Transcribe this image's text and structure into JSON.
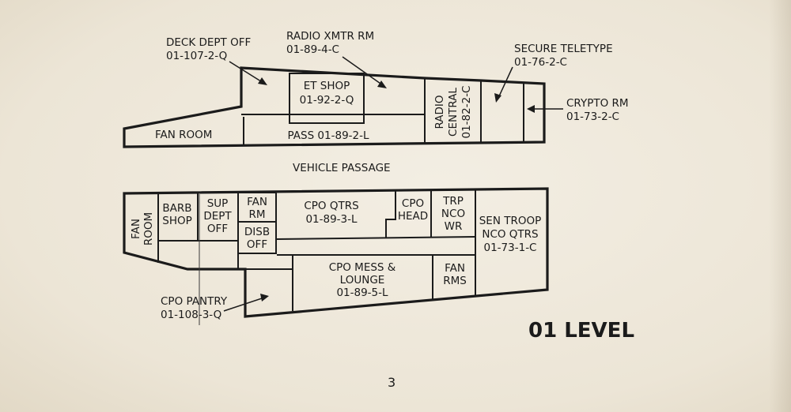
{
  "level_title": "01 LEVEL",
  "page_number": "3",
  "passage": "VEHICLE PASSAGE",
  "callouts": {
    "deck_dept": {
      "name": "DECK DEPT OFF",
      "code": "01-107-2-Q"
    },
    "radio_xmtr": {
      "name": "RADIO XMTR RM",
      "code": "01-89-4-C"
    },
    "secure_teletype": {
      "name": "SECURE TELETYPE",
      "code": "01-76-2-C"
    },
    "crypto": {
      "name": "CRYPTO RM",
      "code": "01-73-2-C"
    },
    "cpo_pantry": {
      "name": "CPO PANTRY",
      "code": "01-108-3-Q"
    }
  },
  "upper_rooms": {
    "fan_room": "FAN ROOM",
    "et_shop": [
      "ET SHOP",
      "01-92-2-Q"
    ],
    "pass": "PASS 01-89-2-L",
    "radio_central": [
      "RADIO",
      "CENTRAL",
      "01-82-2-C"
    ]
  },
  "lower_rooms": {
    "fan_room": [
      "FAN",
      "ROOM"
    ],
    "barb_shop": [
      "BARB",
      "SHOP"
    ],
    "sup_dept_off": [
      "SUP",
      "DEPT",
      "OFF"
    ],
    "fan_rm": [
      "FAN",
      "RM"
    ],
    "disb_off": [
      "DISB",
      "OFF"
    ],
    "cpo_qtrs": [
      "CPO QTRS",
      "01-89-3-L"
    ],
    "cpo_head": [
      "CPO",
      "HEAD"
    ],
    "trp_nco_wr": [
      "TRP",
      "NCO",
      "WR"
    ],
    "sen_troop": [
      "SEN TROOP",
      "NCO QTRS",
      "01-73-1-C"
    ],
    "cpo_mess": [
      "CPO MESS &",
      "LOUNGE",
      "01-89-5-L"
    ],
    "fan_rms": [
      "FAN",
      "RMS"
    ]
  }
}
